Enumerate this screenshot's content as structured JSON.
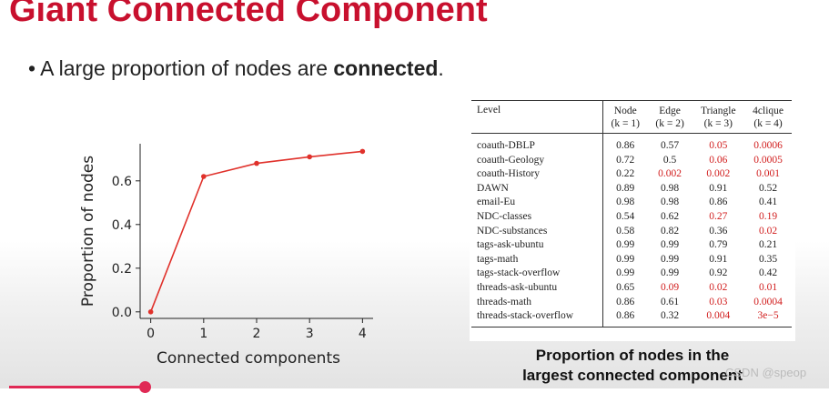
{
  "slide": {
    "title": "Giant Connected Component",
    "bullet_prefix": "• A large proportion of nodes are ",
    "bullet_bold": "connected",
    "bullet_suffix": "."
  },
  "chart_data": {
    "type": "line",
    "x": [
      0,
      1,
      2,
      3,
      4
    ],
    "y": [
      0.0,
      0.62,
      0.68,
      0.71,
      0.735
    ],
    "xlabel": "Connected components",
    "ylabel": "Proportion of nodes",
    "xticks": [
      "0",
      "1",
      "2",
      "3",
      "4"
    ],
    "yticks": [
      "0.0",
      "0.2",
      "0.4",
      "0.6"
    ],
    "xlim": [
      -0.2,
      4.2
    ],
    "ylim": [
      -0.03,
      0.77
    ],
    "grid": false,
    "colors": {
      "line": "#e0312b"
    }
  },
  "table": {
    "headers": [
      {
        "line1": "Level",
        "line2": ""
      },
      {
        "line1": "Node",
        "line2": "(k = 1)"
      },
      {
        "line1": "Edge",
        "line2": "(k = 2)"
      },
      {
        "line1": "Triangle",
        "line2": "(k = 3)"
      },
      {
        "line1": "4clique",
        "line2": "(k = 4)"
      }
    ],
    "rows": [
      {
        "level": "coauth-DBLP",
        "cells": [
          {
            "v": "0.86",
            "red": false
          },
          {
            "v": "0.57",
            "red": false
          },
          {
            "v": "0.05",
            "red": true
          },
          {
            "v": "0.0006",
            "red": true
          }
        ]
      },
      {
        "level": "coauth-Geology",
        "cells": [
          {
            "v": "0.72",
            "red": false
          },
          {
            "v": "0.5",
            "red": false
          },
          {
            "v": "0.06",
            "red": true
          },
          {
            "v": "0.0005",
            "red": true
          }
        ]
      },
      {
        "level": "coauth-History",
        "cells": [
          {
            "v": "0.22",
            "red": false
          },
          {
            "v": "0.002",
            "red": true
          },
          {
            "v": "0.002",
            "red": true
          },
          {
            "v": "0.001",
            "red": true
          }
        ]
      },
      {
        "level": "DAWN",
        "cells": [
          {
            "v": "0.89",
            "red": false
          },
          {
            "v": "0.98",
            "red": false
          },
          {
            "v": "0.91",
            "red": false
          },
          {
            "v": "0.52",
            "red": false
          }
        ]
      },
      {
        "level": "email-Eu",
        "cells": [
          {
            "v": "0.98",
            "red": false
          },
          {
            "v": "0.98",
            "red": false
          },
          {
            "v": "0.86",
            "red": false
          },
          {
            "v": "0.41",
            "red": false
          }
        ]
      },
      {
        "level": "NDC-classes",
        "cells": [
          {
            "v": "0.54",
            "red": false
          },
          {
            "v": "0.62",
            "red": false
          },
          {
            "v": "0.27",
            "red": true
          },
          {
            "v": "0.19",
            "red": true
          }
        ]
      },
      {
        "level": "NDC-substances",
        "cells": [
          {
            "v": "0.58",
            "red": false
          },
          {
            "v": "0.82",
            "red": false
          },
          {
            "v": "0.36",
            "red": false
          },
          {
            "v": "0.02",
            "red": true
          }
        ]
      },
      {
        "level": "tags-ask-ubuntu",
        "cells": [
          {
            "v": "0.99",
            "red": false
          },
          {
            "v": "0.99",
            "red": false
          },
          {
            "v": "0.79",
            "red": false
          },
          {
            "v": "0.21",
            "red": false
          }
        ]
      },
      {
        "level": "tags-math",
        "cells": [
          {
            "v": "0.99",
            "red": false
          },
          {
            "v": "0.99",
            "red": false
          },
          {
            "v": "0.91",
            "red": false
          },
          {
            "v": "0.35",
            "red": false
          }
        ]
      },
      {
        "level": "tags-stack-overflow",
        "cells": [
          {
            "v": "0.99",
            "red": false
          },
          {
            "v": "0.99",
            "red": false
          },
          {
            "v": "0.92",
            "red": false
          },
          {
            "v": "0.42",
            "red": false
          }
        ]
      },
      {
        "level": "threads-ask-ubuntu",
        "cells": [
          {
            "v": "0.65",
            "red": false
          },
          {
            "v": "0.09",
            "red": true
          },
          {
            "v": "0.02",
            "red": true
          },
          {
            "v": "0.01",
            "red": true
          }
        ]
      },
      {
        "level": "threads-math",
        "cells": [
          {
            "v": "0.86",
            "red": false
          },
          {
            "v": "0.61",
            "red": false
          },
          {
            "v": "0.03",
            "red": true
          },
          {
            "v": "0.0004",
            "red": true
          }
        ]
      },
      {
        "level": "threads-stack-overflow",
        "cells": [
          {
            "v": "0.86",
            "red": false
          },
          {
            "v": "0.32",
            "red": false
          },
          {
            "v": "0.004",
            "red": true
          },
          {
            "v": "3e−5",
            "red": true
          }
        ]
      }
    ],
    "caption_line1": "Proportion of nodes in the",
    "caption_line2": "largest connected component"
  },
  "watermark": "CSDN @speop",
  "playback": {
    "progress_fraction": 0.165
  },
  "colors": {
    "title": "#c8102e",
    "highlight": "#d11d1d",
    "progress": "#e02a55"
  }
}
